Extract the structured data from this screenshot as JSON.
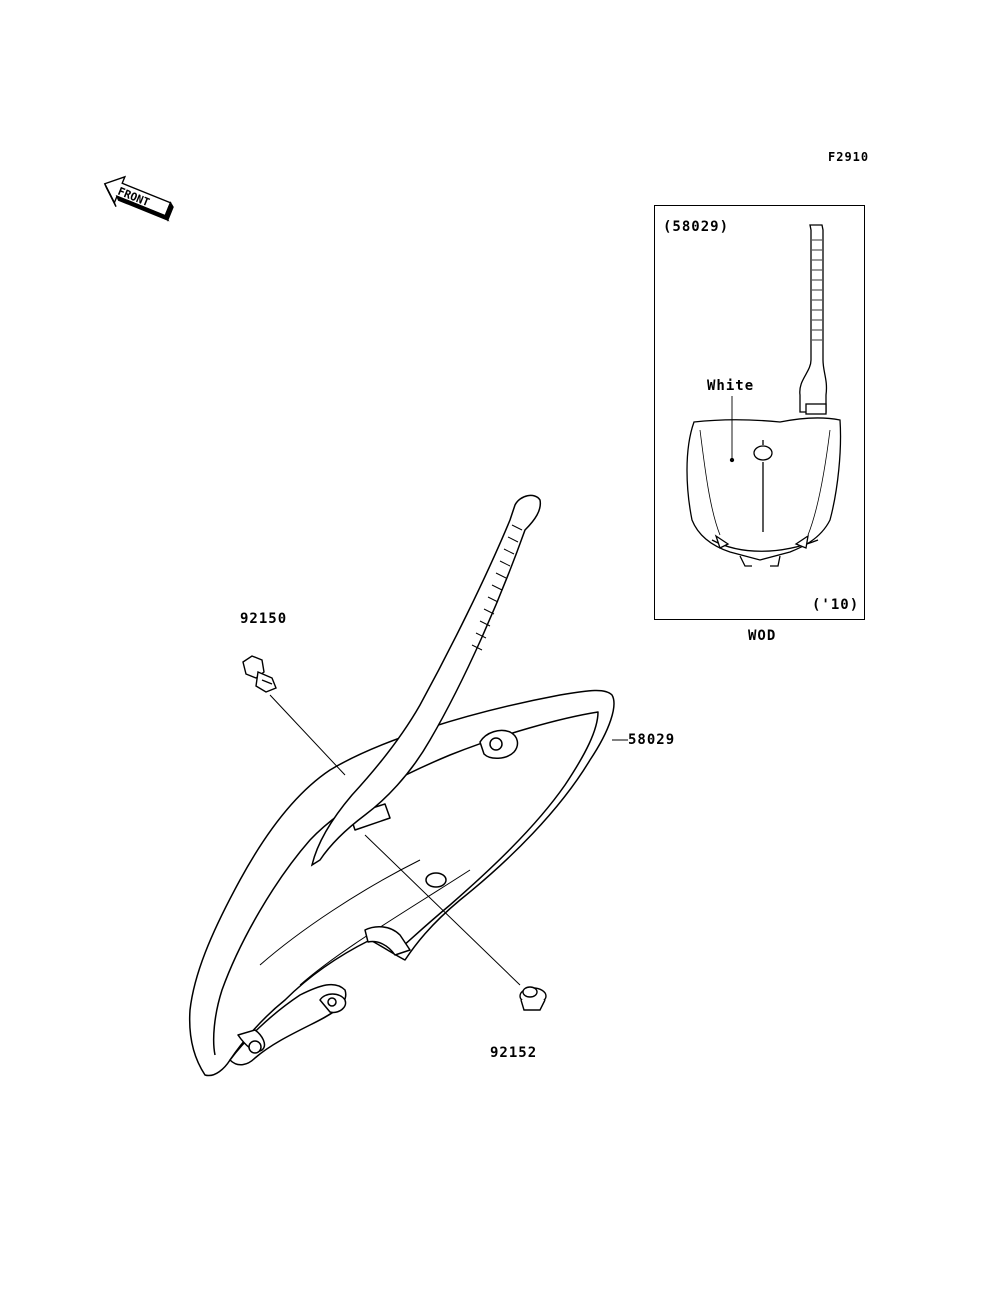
{
  "figure_code": "F2910",
  "front_arrow": {
    "text": "FRONT",
    "icon": "front-direction-arrow-icon"
  },
  "main_parts": [
    {
      "number": "92150"
    },
    {
      "number": "58029"
    },
    {
      "number": "92152"
    }
  ],
  "inset": {
    "part_ref": "(58029)",
    "color_note": "White",
    "year": "('10)",
    "model": "WOD"
  }
}
